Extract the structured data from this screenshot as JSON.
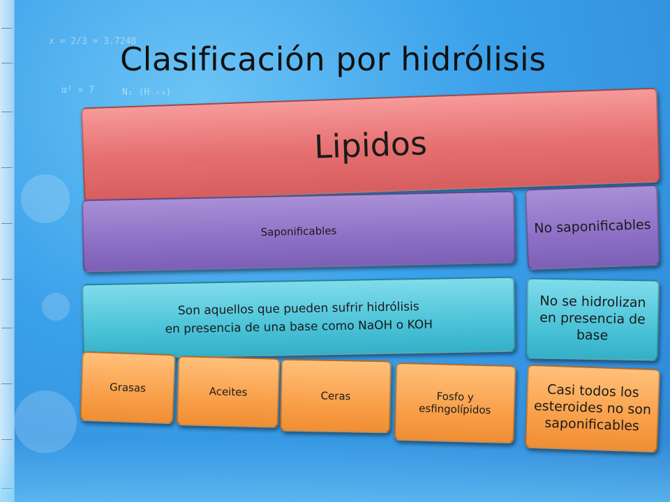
{
  "slide": {
    "title": "Clasificación por hidrólisis"
  },
  "background_formulas": {
    "f1": "x = 2/3 = 3.7248",
    "f2": "α² × 7",
    "f3": "N₂ (H₋₇₃)"
  },
  "diagram": {
    "root": "Lipidos",
    "saponificables": {
      "label": "Saponificables",
      "description_line1": "Son aquellos que pueden sufrir hidrólisis",
      "description_line2": "en presencia de una base como NaOH o KOH",
      "examples": [
        "Grasas",
        "Aceites",
        "Ceras",
        "Fosfo y esfingolípidos"
      ]
    },
    "no_saponificables": {
      "label": "No saponificables",
      "description": "No se hidrolizan en presencia de base",
      "example": "Casi todos los esteroides no son saponificables"
    }
  },
  "colors": {
    "root": "#e56f6f",
    "category": "#8d70c6",
    "description": "#4cc3d8",
    "example": "#f9a04a",
    "background": "#3aa0ea"
  }
}
